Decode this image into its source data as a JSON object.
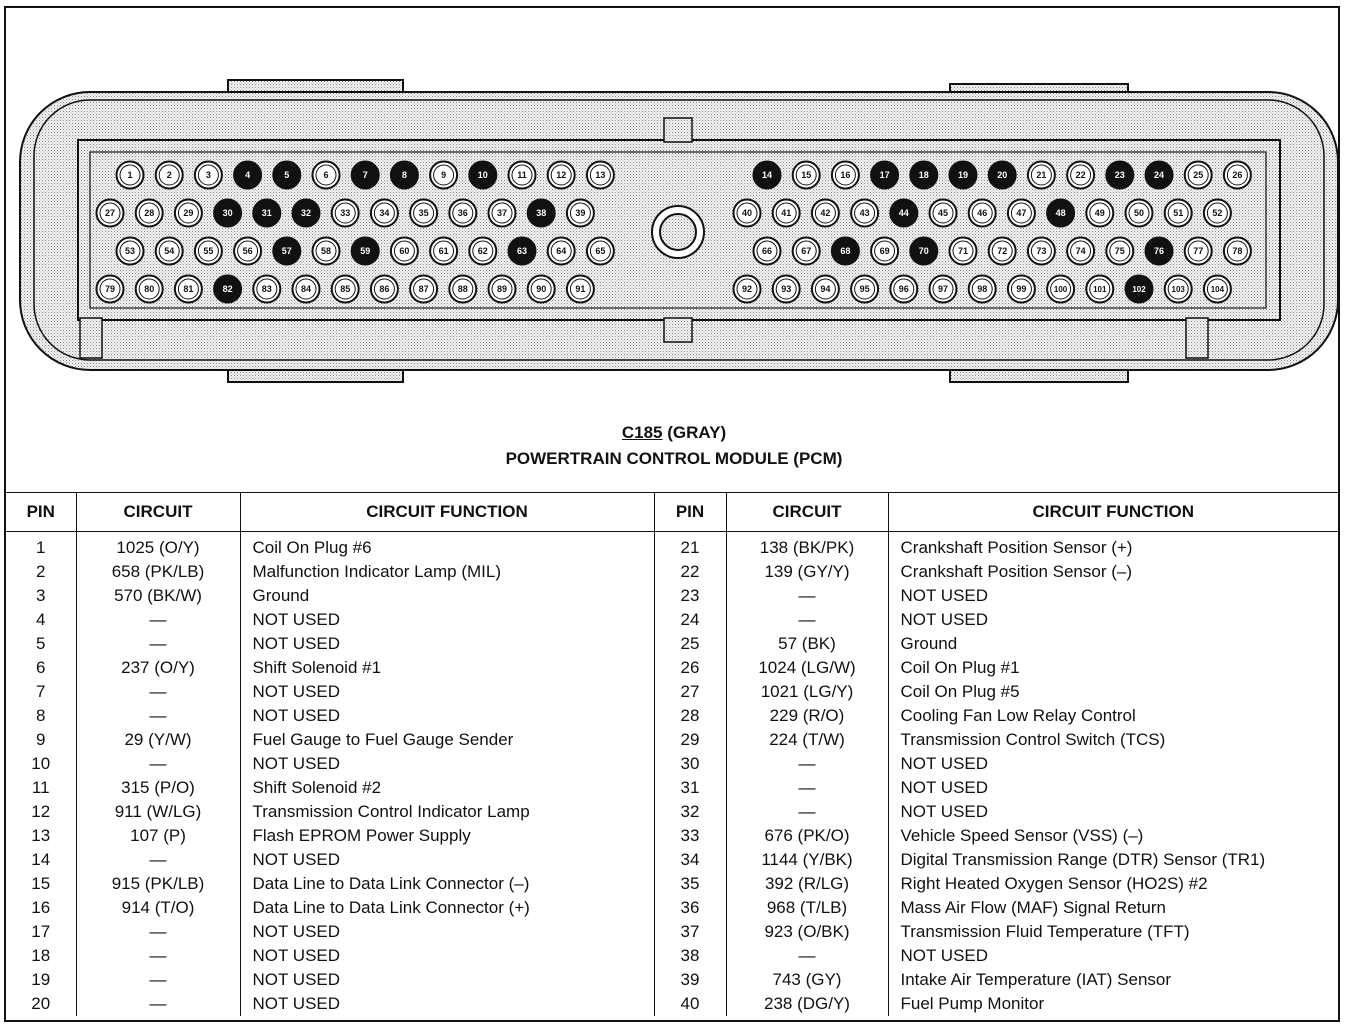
{
  "connector": {
    "id": "C185",
    "color_note": " (GRAY)",
    "name": "POWERTRAIN CONTROL MODULE (PCM)",
    "filled_pins": [
      4,
      5,
      7,
      8,
      10,
      14,
      17,
      18,
      19,
      20,
      23,
      24,
      30,
      31,
      32,
      38,
      44,
      48,
      57,
      59,
      63,
      68,
      70,
      76,
      82,
      102
    ]
  },
  "headers": {
    "pin": "PIN",
    "circuit": "CIRCUIT",
    "function": "CIRCUIT FUNCTION"
  },
  "rows": [
    {
      "pin": "1",
      "circuit": "1025 (O/Y)",
      "function": "Coil On Plug #6"
    },
    {
      "pin": "2",
      "circuit": "658 (PK/LB)",
      "function": "Malfunction Indicator Lamp (MIL)"
    },
    {
      "pin": "3",
      "circuit": "570 (BK/W)",
      "function": "Ground"
    },
    {
      "pin": "4",
      "circuit": "—",
      "function": "NOT USED"
    },
    {
      "pin": "5",
      "circuit": "—",
      "function": "NOT USED"
    },
    {
      "pin": "6",
      "circuit": "237 (O/Y)",
      "function": "Shift Solenoid #1"
    },
    {
      "pin": "7",
      "circuit": "—",
      "function": "NOT USED"
    },
    {
      "pin": "8",
      "circuit": "—",
      "function": "NOT USED"
    },
    {
      "pin": "9",
      "circuit": "29 (Y/W)",
      "function": "Fuel Gauge to Fuel Gauge Sender"
    },
    {
      "pin": "10",
      "circuit": "—",
      "function": "NOT USED"
    },
    {
      "pin": "11",
      "circuit": "315 (P/O)",
      "function": "Shift Solenoid #2"
    },
    {
      "pin": "12",
      "circuit": "911 (W/LG)",
      "function": "Transmission Control Indicator Lamp"
    },
    {
      "pin": "13",
      "circuit": "107 (P)",
      "function": "Flash EPROM Power Supply"
    },
    {
      "pin": "14",
      "circuit": "—",
      "function": "NOT USED"
    },
    {
      "pin": "15",
      "circuit": "915 (PK/LB)",
      "function": "Data Line to Data Link Connector (–)"
    },
    {
      "pin": "16",
      "circuit": "914 (T/O)",
      "function": "Data Line to Data Link Connector (+)"
    },
    {
      "pin": "17",
      "circuit": "—",
      "function": "NOT USED"
    },
    {
      "pin": "18",
      "circuit": "—",
      "function": "NOT USED"
    },
    {
      "pin": "19",
      "circuit": "—",
      "function": "NOT USED"
    },
    {
      "pin": "20",
      "circuit": "—",
      "function": "NOT USED"
    },
    {
      "pin": "21",
      "circuit": "138 (BK/PK)",
      "function": "Crankshaft Position Sensor (+)"
    },
    {
      "pin": "22",
      "circuit": "139 (GY/Y)",
      "function": "Crankshaft Position Sensor (–)"
    },
    {
      "pin": "23",
      "circuit": "—",
      "function": "NOT USED"
    },
    {
      "pin": "24",
      "circuit": "—",
      "function": "NOT USED"
    },
    {
      "pin": "25",
      "circuit": "57 (BK)",
      "function": "Ground"
    },
    {
      "pin": "26",
      "circuit": "1024 (LG/W)",
      "function": "Coil On Plug #1"
    },
    {
      "pin": "27",
      "circuit": "1021 (LG/Y)",
      "function": "Coil On Plug #5"
    },
    {
      "pin": "28",
      "circuit": "229 (R/O)",
      "function": "Cooling Fan Low Relay Control"
    },
    {
      "pin": "29",
      "circuit": "224 (T/W)",
      "function": "Transmission Control Switch (TCS)"
    },
    {
      "pin": "30",
      "circuit": "—",
      "function": "NOT USED"
    },
    {
      "pin": "31",
      "circuit": "—",
      "function": "NOT USED"
    },
    {
      "pin": "32",
      "circuit": "—",
      "function": "NOT USED"
    },
    {
      "pin": "33",
      "circuit": "676 (PK/O)",
      "function": "Vehicle Speed Sensor (VSS) (–)"
    },
    {
      "pin": "34",
      "circuit": "1144 (Y/BK)",
      "function": "Digital Transmission Range (DTR) Sensor (TR1)"
    },
    {
      "pin": "35",
      "circuit": "392 (R/LG)",
      "function": "Right Heated Oxygen Sensor (HO2S) #2"
    },
    {
      "pin": "36",
      "circuit": "968 (T/LB)",
      "function": "Mass Air Flow (MAF) Signal Return"
    },
    {
      "pin": "37",
      "circuit": "923 (O/BK)",
      "function": "Transmission Fluid Temperature (TFT)"
    },
    {
      "pin": "38",
      "circuit": "—",
      "function": "NOT USED"
    },
    {
      "pin": "39",
      "circuit": "743 (GY)",
      "function": "Intake Air Temperature (IAT) Sensor"
    },
    {
      "pin": "40",
      "circuit": "238 (DG/Y)",
      "function": "Fuel Pump Monitor"
    }
  ]
}
